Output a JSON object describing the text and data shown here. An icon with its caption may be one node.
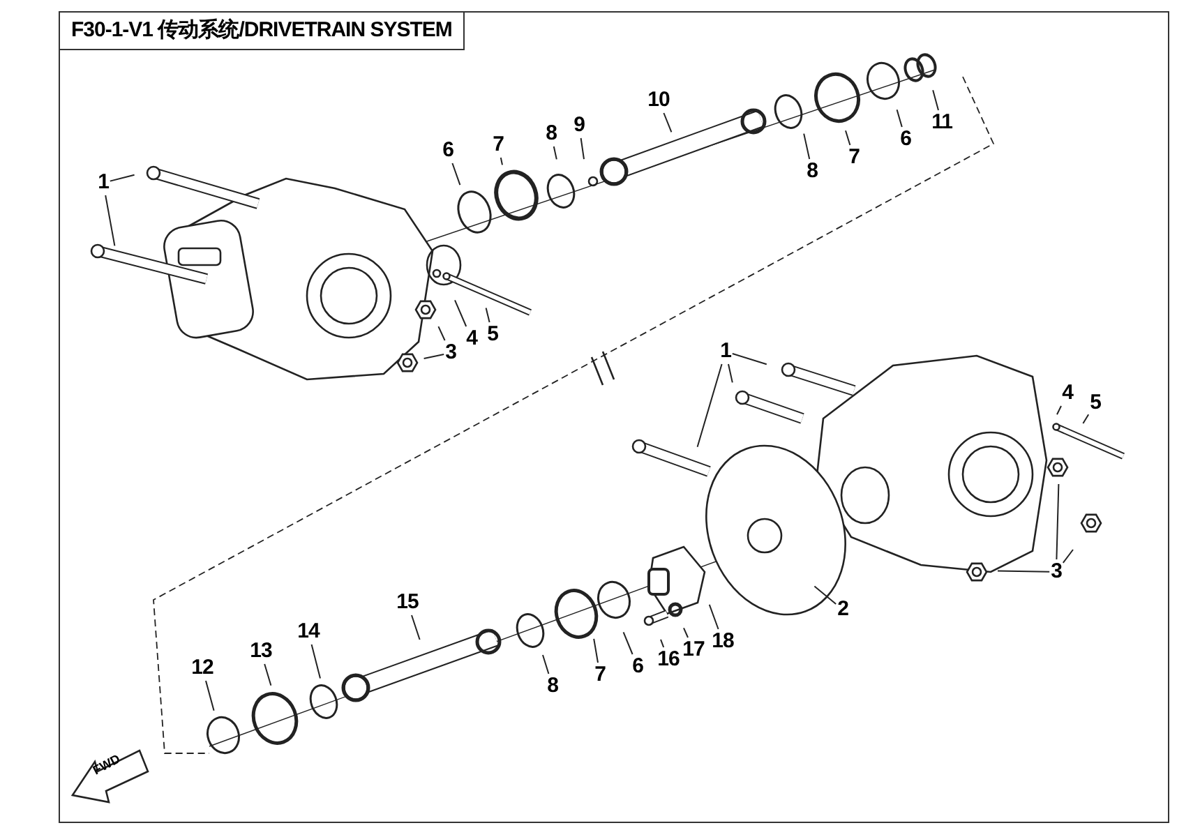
{
  "diagram": {
    "title": "F30-1-V1 传动系统/DRIVETRAIN SYSTEM",
    "nodes": [
      {
        "text": [
          "1"
        ]
      },
      {
        "text": [
          "6"
        ]
      },
      {
        "text": [
          "7"
        ]
      },
      {
        "text": [
          "8"
        ]
      },
      {
        "text": [
          "9"
        ]
      },
      {
        "text": [
          "10"
        ]
      },
      {
        "text": [
          "8"
        ]
      },
      {
        "text": [
          "7"
        ]
      },
      {
        "text": [
          "6"
        ]
      },
      {
        "text": [
          "11"
        ]
      },
      {
        "text": [
          "5"
        ]
      },
      {
        "text": [
          "4"
        ]
      },
      {
        "text": [
          "3"
        ]
      },
      {
        "text": [
          "1"
        ]
      },
      {
        "text": [
          "4"
        ]
      },
      {
        "text": [
          "5"
        ]
      },
      {
        "text": [
          "3"
        ]
      },
      {
        "text": [
          "2"
        ]
      },
      {
        "text": [
          "18"
        ]
      },
      {
        "text": [
          "17"
        ]
      },
      {
        "text": [
          "16"
        ]
      },
      {
        "text": [
          "6"
        ]
      },
      {
        "text": [
          "7"
        ]
      },
      {
        "text": [
          "8"
        ]
      },
      {
        "text": [
          "15"
        ]
      },
      {
        "text": [
          "14"
        ]
      },
      {
        "text": [
          "13"
        ]
      },
      {
        "text": [
          "12"
        ]
      }
    ],
    "edges": [
      {
        "from": 0,
        "to": null,
        "arrow": "none"
      },
      {
        "from": 0,
        "to": null,
        "arrow": "none"
      },
      {
        "from": 1,
        "to": null,
        "arrow": "none"
      },
      {
        "from": 2,
        "to": null,
        "arrow": "none"
      },
      {
        "from": 3,
        "to": null,
        "arrow": "none"
      },
      {
        "from": 4,
        "to": null,
        "arrow": "none"
      },
      {
        "from": 5,
        "to": null,
        "arrow": "none"
      },
      {
        "from": 6,
        "to": null,
        "arrow": "none"
      },
      {
        "from": 7,
        "to": null,
        "arrow": "none"
      },
      {
        "from": 8,
        "to": null,
        "arrow": "none"
      },
      {
        "from": 9,
        "to": null,
        "arrow": "none"
      },
      {
        "from": 10,
        "to": null,
        "arrow": "none"
      },
      {
        "from": 11,
        "to": null,
        "arrow": "none"
      },
      {
        "from": 12,
        "to": null,
        "arrow": "none"
      },
      {
        "from": 12,
        "to": null,
        "arrow": "none"
      },
      {
        "from": 13,
        "to": null,
        "arrow": "none"
      },
      {
        "from": 13,
        "to": null,
        "arrow": "none"
      },
      {
        "from": 13,
        "to": null,
        "arrow": "none"
      },
      {
        "from": 14,
        "to": null,
        "arrow": "none"
      },
      {
        "from": 15,
        "to": null,
        "arrow": "none"
      },
      {
        "from": 16,
        "to": null,
        "arrow": "none"
      },
      {
        "from": 16,
        "to": null,
        "arrow": "none"
      },
      {
        "from": 16,
        "to": null,
        "arrow": "none"
      },
      {
        "from": 17,
        "to": null,
        "arrow": "none"
      },
      {
        "from": 18,
        "to": null,
        "arrow": "none"
      },
      {
        "from": 19,
        "to": null,
        "arrow": "none"
      },
      {
        "from": 20,
        "to": null,
        "arrow": "none"
      },
      {
        "from": 21,
        "to": null,
        "arrow": "none"
      },
      {
        "from": 22,
        "to": null,
        "arrow": "none"
      },
      {
        "from": 23,
        "to": null,
        "arrow": "none"
      },
      {
        "from": 24,
        "to": null,
        "arrow": "none"
      },
      {
        "from": 25,
        "to": null,
        "arrow": "none"
      },
      {
        "from": 26,
        "to": null,
        "arrow": "none"
      },
      {
        "from": 27,
        "to": null,
        "arrow": "none"
      }
    ],
    "labels": [
      "FWD"
    ]
  }
}
